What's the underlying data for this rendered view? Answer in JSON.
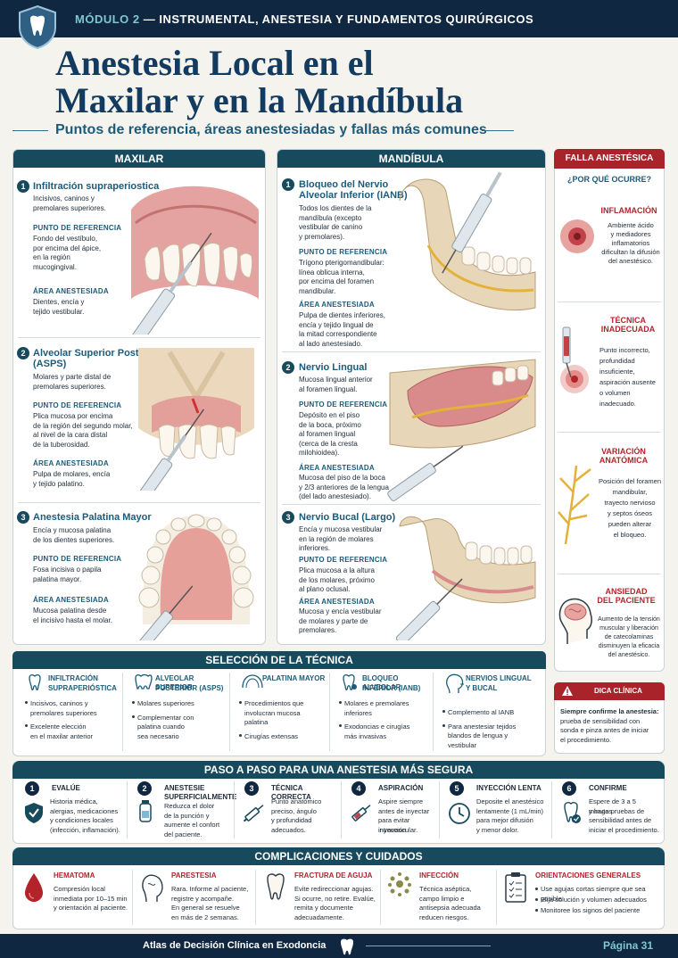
{
  "header": {
    "module_number": "MÓDULO 2",
    "module_title": "— INSTRUMENTAL, ANESTESIA Y FUNDAMENTOS QUIRÚRGICOS",
    "title_line1": "Anestesia Local en el",
    "title_line2": "Maxilar y en la Mandíbula",
    "subtitle": "Puntos de referencia, áreas anestesiadas y fallas más comunes"
  },
  "maxilar": {
    "heading": "MAXILAR",
    "items": [
      {
        "n": "1",
        "title": "Infiltración supraperiostica",
        "desc": [
          "Incisivos, caninos y",
          "premolares superiores."
        ],
        "ref_label": "PUNTO DE REFERENCIA",
        "ref": [
          "Fondo del vestíbulo,",
          "por encima del ápice,",
          "en la región",
          "mucogingival."
        ],
        "area_label": "ÁREA ANESTESIADA",
        "area": [
          "Dientes, encía y",
          "tejido vestibular."
        ]
      },
      {
        "n": "2",
        "title": "Alveolar Superior Posterior",
        "title2": "(ASPS)",
        "desc": [
          "Molares y parte distal de",
          "premolares superiores."
        ],
        "ref_label": "PUNTO DE REFERENCIA",
        "ref": [
          "Plica mucosa por encima",
          "de la región del segundo molar,",
          "al nivel de la cara distal",
          "de la tuberosidad."
        ],
        "area_label": "ÁREA ANESTESIADA",
        "area": [
          "Pulpa de molares, encía",
          "y tejido palatino."
        ]
      },
      {
        "n": "3",
        "title": "Anestesia Palatina Mayor",
        "desc": [
          "Encía y mucosa palatina",
          "de los dientes superiores."
        ],
        "ref_label": "PUNTO DE REFERENCIA",
        "ref": [
          "Fosa incisiva o papila",
          "palatina mayor."
        ],
        "area_label": "ÁREA ANESTESIADA",
        "area": [
          "Mucosa palatina desde",
          "el incisivo hasta el molar."
        ]
      }
    ]
  },
  "mandibula": {
    "heading": "MANDÍBULA",
    "items": [
      {
        "n": "1",
        "title": "Bloqueo del Nervio",
        "title2": "Alveolar Inferior (IANB)",
        "desc": [
          "Todos los dientes de la",
          "mandíbula (excepto",
          "vestibular de canino",
          "y premolares)."
        ],
        "ref_label": "PUNTO DE REFERENCIA",
        "ref": [
          "Trígono pterigomandibular:",
          "línea oblicua interna,",
          "por encima del foramen",
          "mandibular."
        ],
        "area_label": "ÁREA ANESTESIADA",
        "area": [
          "Pulpa de dientes inferiores,",
          "encía y tejido lingual de",
          "la mitad correspondiente",
          "al lado anestesiado."
        ]
      },
      {
        "n": "2",
        "title": "Nervio Lingual",
        "desc": [
          "Mucosa lingual anterior",
          "al foramen lingual."
        ],
        "ref_label": "PUNTO DE REFERENCIA",
        "ref": [
          "Depósito en el piso",
          "de la boca, próximo",
          "al foramen lingual",
          "(cerca de la cresta",
          "milohioidea)."
        ],
        "area_label": "ÁREA ANESTESIADA",
        "area": [
          "Mucosa del piso de la boca",
          "y 2/3 anteriores de la lengua",
          "(del lado anestesiado)."
        ]
      },
      {
        "n": "3",
        "title": "Nervio Bucal (Largo)",
        "desc": [
          "Encía y mucosa vestibular",
          "en la región de molares",
          "inferiores."
        ],
        "ref_label": "PUNTO DE REFERENCIA",
        "ref": [
          "Plica mucosa a la altura",
          "de los molares, próximo",
          "al plano oclusal."
        ],
        "area_label": "ÁREA ANESTESIADA",
        "area": [
          "Mucosa y encía vestibular",
          "de molares y parte de",
          "premolares."
        ]
      }
    ]
  },
  "falla": {
    "heading": "FALLA ANESTÉSICA",
    "question": "¿POR QUÉ OCURRE?",
    "items": [
      {
        "title": [
          "INFLAMACIÓN"
        ],
        "text": [
          "Ambiente ácido",
          "y mediadores",
          "inflamatorios",
          "dificultan la difusión",
          "del anestésico."
        ]
      },
      {
        "title": [
          "TÉCNICA",
          "INADECUADA"
        ],
        "text": [
          "Punto incorrecto,",
          "profundidad",
          "insuficiente,",
          "aspiración ausente",
          "o volumen",
          "inadecuado."
        ]
      },
      {
        "title": [
          "VARIACIÓN",
          "ANATÓMICA"
        ],
        "text": [
          "Posición del foramen",
          "mandibular,",
          "trayecto nervioso",
          "y septos óseos",
          "pueden alterar",
          "el bloqueo."
        ]
      },
      {
        "title": [
          "ANSIEDAD",
          "DEL PACIENTE"
        ],
        "text": [
          "Aumento de la tensión",
          "muscular y liberación",
          "de catecolaminas",
          "disminuyen la eficacia",
          "del anestésico."
        ]
      }
    ],
    "tip_heading": "DICA CLÍNICA",
    "tip_bold": "Siempre confirme la anestesia:",
    "tip": [
      "prueba de sensibilidad con",
      "sonda e pinza antes de iniciar",
      "el procedimiento."
    ]
  },
  "seleccion": {
    "heading": "SELECCIÓN DE LA TÉCNICA",
    "cols": [
      {
        "title": [
          "INFILTRACIÓN",
          "SUPRAPERIÓSTICA"
        ],
        "bullets": [
          [
            "Incisivos, caninos y",
            "premolares superiores"
          ],
          [
            "Excelente elección",
            "en el maxilar anterior"
          ]
        ]
      },
      {
        "title": [
          "ALVEOLAR SUPERIOR",
          "POSTERIOR (ASPS)"
        ],
        "bullets": [
          [
            "Molares superiores"
          ],
          [
            "Complementar con",
            "palatina cuando",
            "sea necesario"
          ]
        ]
      },
      {
        "title": [
          "PALATINA MAYOR"
        ],
        "bullets": [
          [
            "Procedimientos que",
            "involucran mucosa",
            "palatina"
          ],
          [
            "Cirugías extensas"
          ]
        ]
      },
      {
        "title": [
          "BLOQUEO ALVEOLAR",
          "INFERIOR (IANB)"
        ],
        "bullets": [
          [
            "Molares e premolares",
            "inferiores"
          ],
          [
            "Exodoncias e cirugías",
            "más invasivas"
          ]
        ]
      },
      {
        "title": [
          "NERVIOS LINGUAL",
          "Y BUCAL"
        ],
        "bullets": [
          [
            "Complemento al IANB"
          ],
          [
            "Para anestesiar tejidos",
            "blandos de lengua y",
            "vestibular"
          ]
        ]
      }
    ]
  },
  "pasos": {
    "heading": "PASO A PASO PARA UNA ANESTESIA MÁS SEGURA",
    "steps": [
      {
        "n": "1",
        "title": [
          "EVALÚE"
        ],
        "text": [
          "Historia médica,",
          "alergias, medicaciones",
          "y condiciones locales",
          "(infección, inflamación)."
        ]
      },
      {
        "n": "2",
        "title": [
          "ANESTESIE",
          "SUPERFICIALMENTE"
        ],
        "text": [
          "Reduzca el dolor",
          "de la punción y",
          "aumente el confort",
          "del paciente."
        ]
      },
      {
        "n": "3",
        "title": [
          "TÉCNICA CORRECTA"
        ],
        "text": [
          "Punto anatómico",
          "preciso, ángulo",
          "y profundidad",
          "adecuados."
        ]
      },
      {
        "n": "4",
        "title": [
          "ASPIRACIÓN"
        ],
        "text": [
          "Aspire siempre",
          "antes de inyectar",
          "para evitar inyección",
          "intravascular."
        ]
      },
      {
        "n": "5",
        "title": [
          "INYECCIÓN LENTA"
        ],
        "text": [
          "Deposite el anestésico",
          "lentamente (1 mL/min)",
          "para mejor difusión",
          "y menor dolor."
        ]
      },
      {
        "n": "6",
        "title": [
          "CONFIRME"
        ],
        "text": [
          "Espere de 3 a 5 minutos",
          "y haga pruebas de",
          "sensibilidad antes de",
          "iniciar el procedimiento."
        ]
      }
    ]
  },
  "complicaciones": {
    "heading": "COMPLICACIONES Y CUIDADOS",
    "items": [
      {
        "title": "HEMATOMA",
        "text": [
          "Compresión local",
          "inmediata por 10–15 min",
          "y orientación al paciente."
        ]
      },
      {
        "title": "PARESTESIA",
        "text": [
          "Rara. Informe al paciente,",
          "registre y acompañe.",
          "En general se resuelve",
          "en más de 2 semanas."
        ]
      },
      {
        "title": "FRACTURA DE AGUJA",
        "text": [
          "Evite redireccionar agujas.",
          "Si ocurre, no retire. Evalúe,",
          "remita y documente",
          "adecuadamente."
        ]
      },
      {
        "title": "INFECCIÓN",
        "text": [
          "Técnica aséptica,",
          "campo limpio e",
          "antisepsia adecuada",
          "reducen riesgos."
        ]
      },
      {
        "title": "ORIENTACIONES GENERALES",
        "bullets": [
          "Use agujas cortas siempre que sea posible",
          "Elija solución y volumen adecuados",
          "Monitoree los signos del paciente"
        ]
      }
    ]
  },
  "footer": {
    "atlas": "Atlas de Decisión Clínica en Exodoncia",
    "page": "Página 31"
  },
  "colors": {
    "navy": "#0f2740",
    "teal": "#184a5e",
    "red": "#b2242a",
    "bone": "#e8d6b8",
    "gum": "#d98b8b"
  }
}
